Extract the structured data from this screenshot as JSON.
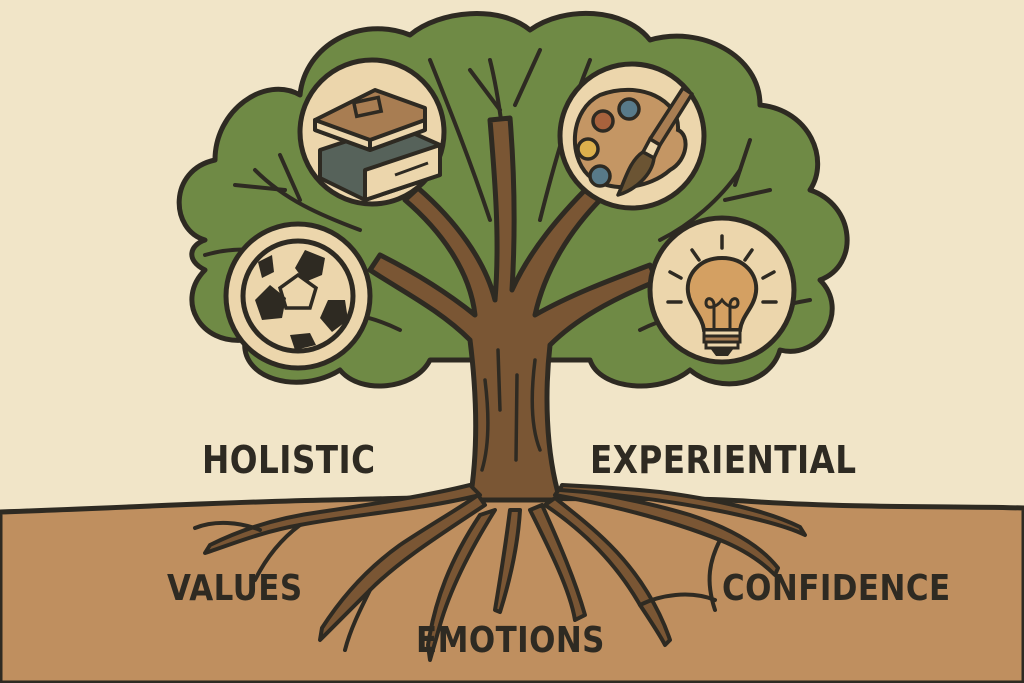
{
  "diagram": {
    "type": "tree-metaphor",
    "colors": {
      "sky": "#f1e5c8",
      "soil": "#bf8f5f",
      "foliage": "#6f8a45",
      "trunk": "#7a5634",
      "outline": "#2e2a22",
      "icon_circle": "#ecd6ac",
      "text": "#2e2a22"
    },
    "branch_icons": [
      {
        "name": "books",
        "icon": "books-icon",
        "position": "top-left"
      },
      {
        "name": "art palette",
        "icon": "palette-icon",
        "position": "top-right"
      },
      {
        "name": "soccer ball",
        "icon": "soccer-ball-icon",
        "position": "middle-left"
      },
      {
        "name": "light bulb",
        "icon": "lightbulb-icon",
        "position": "middle-right"
      }
    ],
    "labels_above_ground": {
      "left": "HOLISTIC",
      "right": "EXPERIENTIAL"
    },
    "labels_roots": {
      "left": "VALUES",
      "center": "EMOTIONS",
      "right": "CONFIDENCE"
    }
  }
}
